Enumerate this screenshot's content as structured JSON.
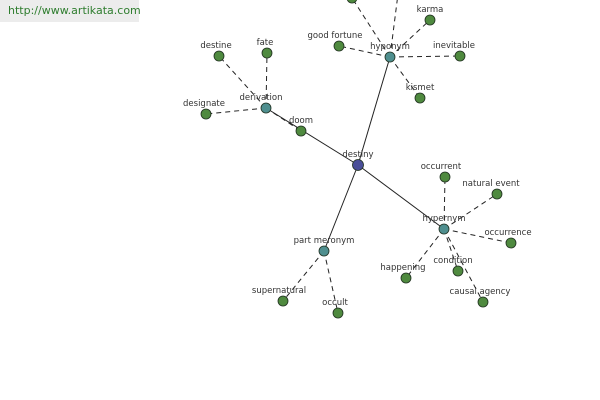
{
  "banner": {
    "text": "http://www.artikata.com"
  },
  "colors": {
    "center": "#4a4e99",
    "relation": "#4f8f8f",
    "leaf": "#4f8a3f"
  },
  "graph": {
    "center": {
      "id": "destiny",
      "label": "destiny"
    },
    "relations": [
      {
        "id": "hyponym",
        "label": "hyponym"
      },
      {
        "id": "derivation",
        "label": "derivation"
      },
      {
        "id": "hypernym",
        "label": "hypernym"
      },
      {
        "id": "part-meronym",
        "label": "part meronym"
      }
    ],
    "leaves": [
      {
        "id": "karma",
        "label": "karma",
        "parent": "hyponym"
      },
      {
        "id": "good-fortune",
        "label": "good fortune",
        "parent": "hyponym"
      },
      {
        "id": "inevitable",
        "label": "inevitable",
        "parent": "hyponym"
      },
      {
        "id": "kismet",
        "label": "kismet",
        "parent": "hyponym"
      },
      {
        "id": "hyponym-top-left",
        "label": "",
        "parent": "hyponym"
      },
      {
        "id": "hyponym-top-right",
        "label": "",
        "parent": "hyponym"
      },
      {
        "id": "destine",
        "label": "destine",
        "parent": "derivation"
      },
      {
        "id": "fate",
        "label": "fate",
        "parent": "derivation"
      },
      {
        "id": "designate",
        "label": "designate",
        "parent": "derivation"
      },
      {
        "id": "doom",
        "label": "doom",
        "parent": "derivation"
      },
      {
        "id": "occurrent",
        "label": "occurrent",
        "parent": "hypernym"
      },
      {
        "id": "natural-event",
        "label": "natural event",
        "parent": "hypernym"
      },
      {
        "id": "occurrence",
        "label": "occurrence",
        "parent": "hypernym"
      },
      {
        "id": "condition",
        "label": "condition",
        "parent": "hypernym"
      },
      {
        "id": "happening",
        "label": "happening",
        "parent": "hypernym"
      },
      {
        "id": "causal-agency",
        "label": "causal agency",
        "parent": "hypernym"
      },
      {
        "id": "supernatural",
        "label": "supernatural",
        "parent": "part-meronym"
      },
      {
        "id": "occult",
        "label": "occult",
        "parent": "part-meronym"
      }
    ]
  }
}
